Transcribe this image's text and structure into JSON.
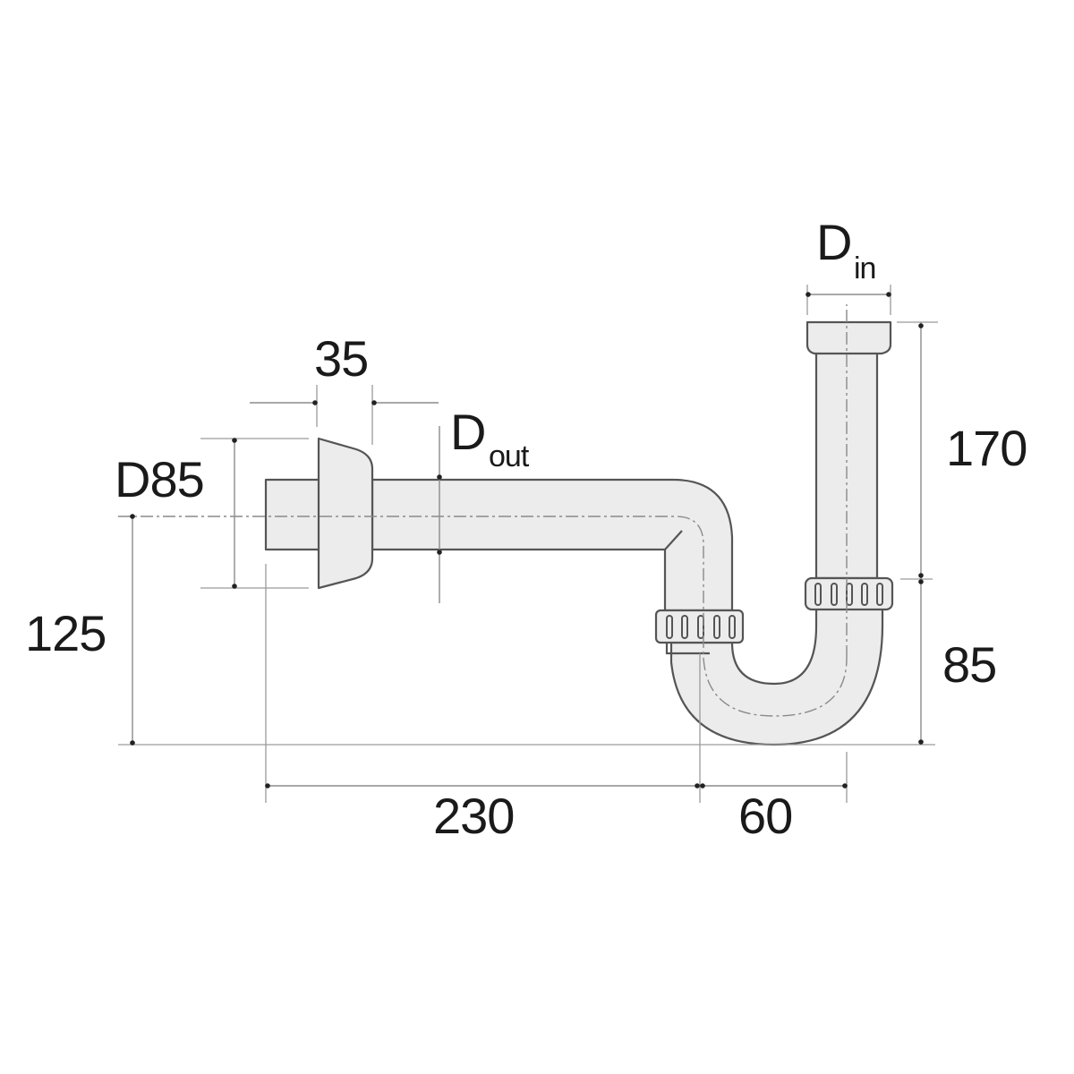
{
  "diagram": {
    "subject": "P-trap siphon with wall escutcheon",
    "colors": {
      "background": "#ffffff",
      "part_fill": "#ececec",
      "outline": "#555555",
      "dimension_line": "#8c8c8c",
      "label_text": "#1a1a1a"
    },
    "dimensions": {
      "escutcheon_diameter": {
        "label": "D85",
        "value": 85,
        "unit": "mm"
      },
      "escutcheon_depth": {
        "label": "35",
        "value": 35,
        "unit": "mm"
      },
      "outlet_diameter": {
        "label_main": "D",
        "label_sub": "out"
      },
      "inlet_diameter": {
        "label_main": "D",
        "label_sub": "in"
      },
      "inlet_height": {
        "label": "170",
        "value": 170,
        "unit": "mm"
      },
      "trap_height": {
        "label": "85",
        "value": 85,
        "unit": "mm"
      },
      "outlet_center_height": {
        "label": "125",
        "value": 125,
        "unit": "mm"
      },
      "horizontal_length": {
        "label": "230",
        "value": 230,
        "unit": "mm"
      },
      "trap_offset": {
        "label": "60",
        "value": 60,
        "unit": "mm"
      }
    }
  }
}
